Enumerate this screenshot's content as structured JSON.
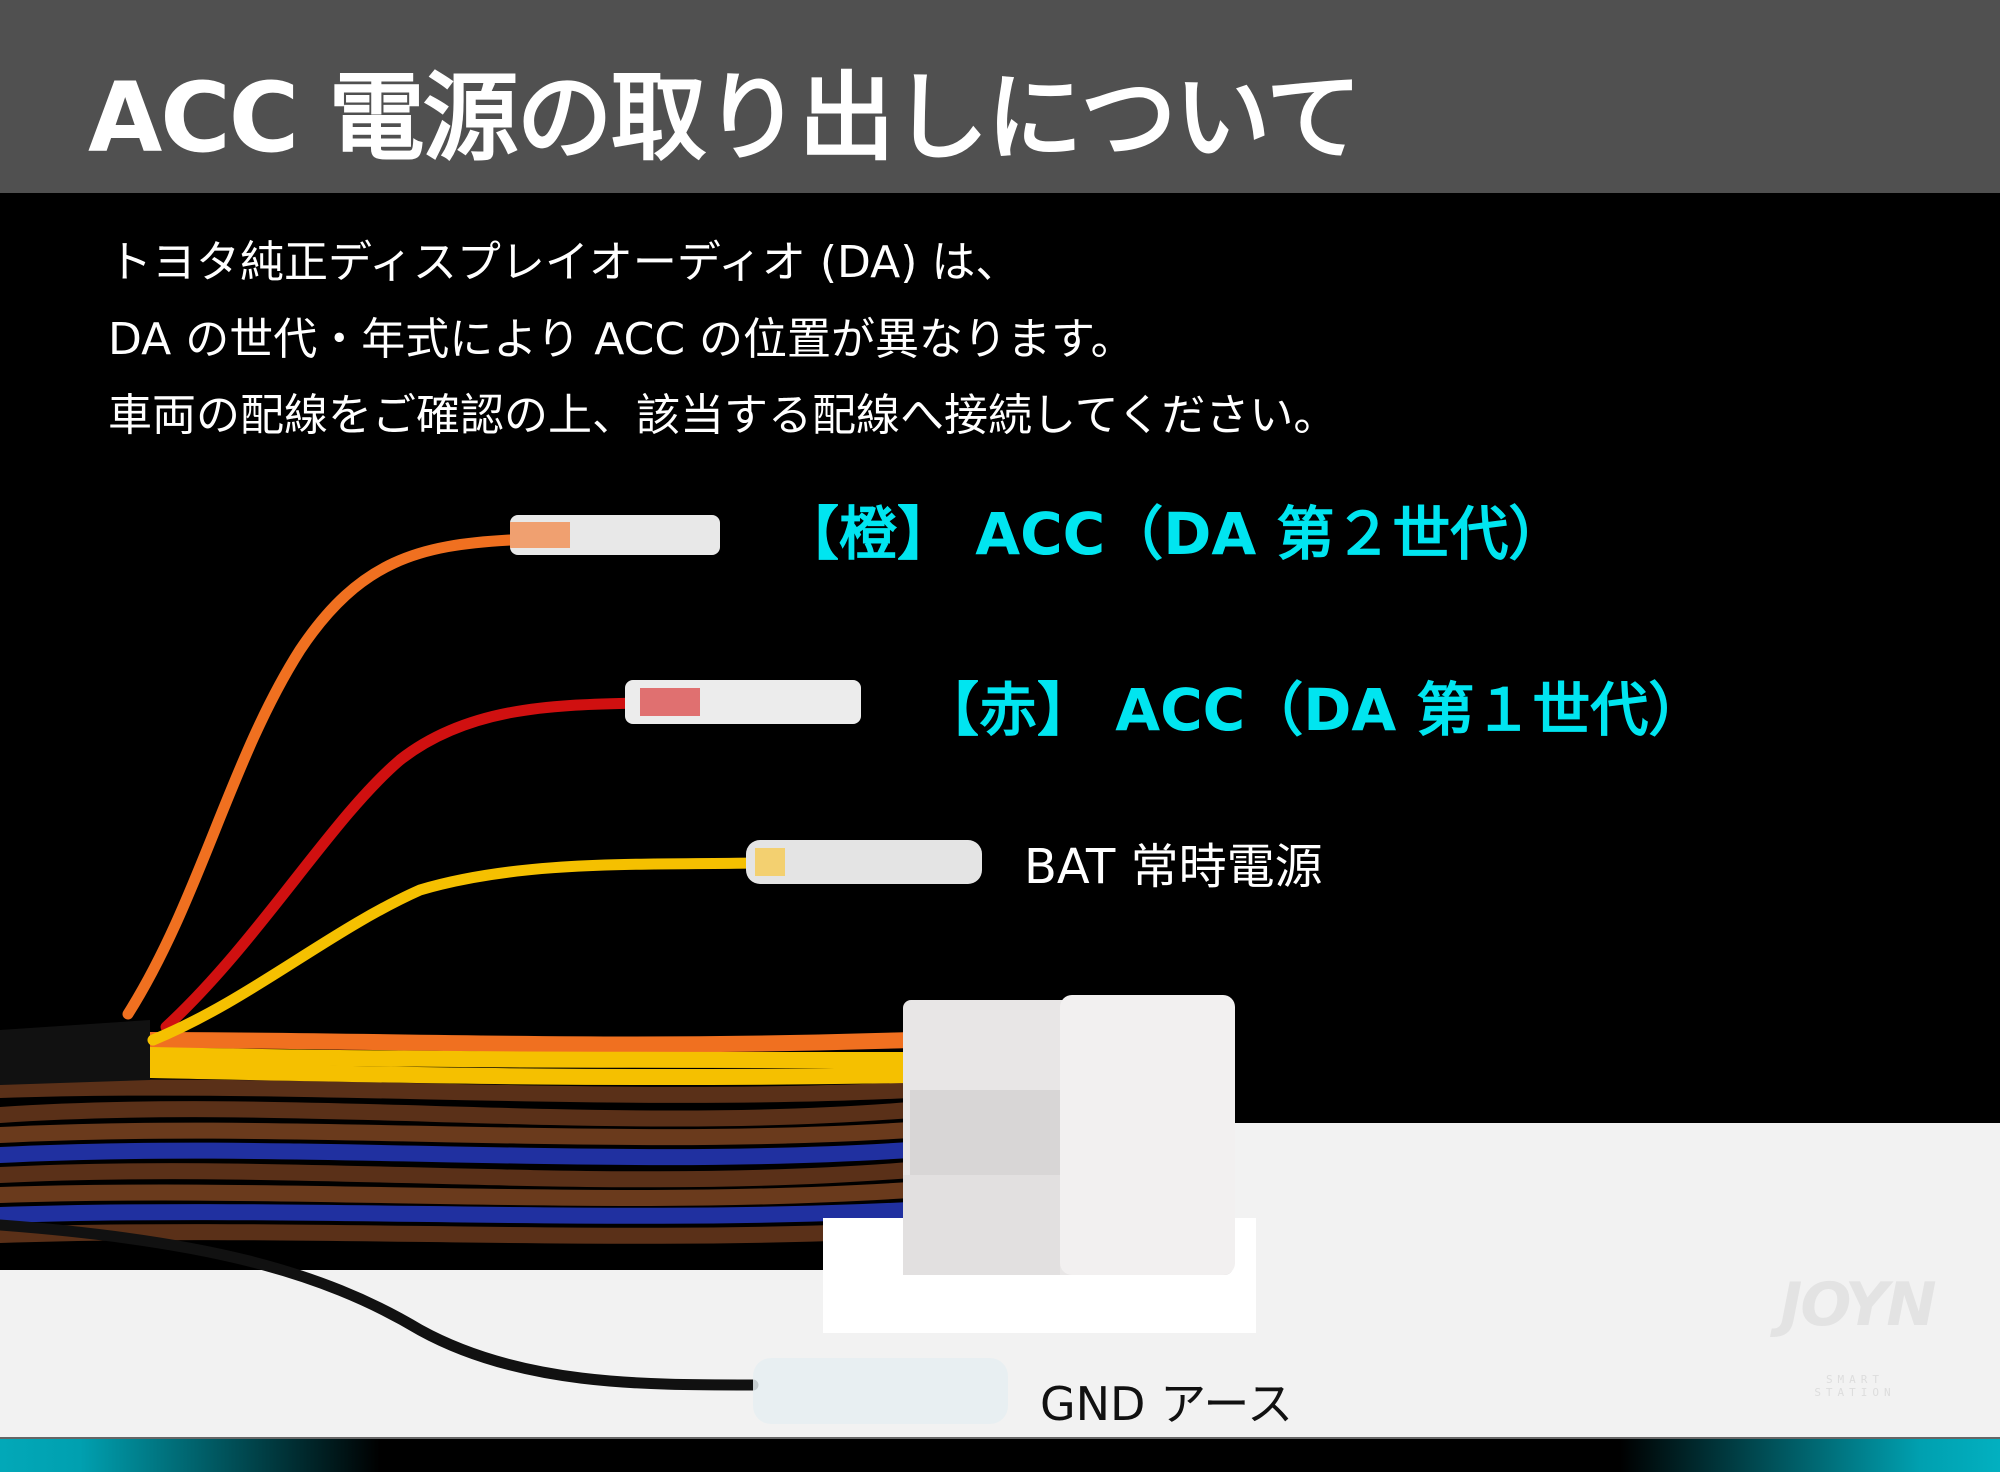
{
  "header": {
    "title": "ACC 電源の取り出しについて"
  },
  "intro": {
    "lines": [
      "トヨタ純正ディスプレイオーディオ (DA) は、",
      "DA の世代・年式により ACC の位置が異なります。",
      "車両の配線をご確認の上、該当する配線へ接続してください。"
    ]
  },
  "labels": {
    "orange": "【橙】 ACC（DA 第２世代）",
    "red": "【赤】 ACC（DA 第１世代）",
    "bat": "BAT 常時電源",
    "gnd": "GND アース"
  },
  "logo": {
    "name": "JOYN",
    "tagline": "SMART STATION"
  },
  "colors": {
    "header": "#505050",
    "accent": "#00e5f0",
    "orange_wire": "#f07020",
    "red_wire": "#d01010",
    "yellow_wire": "#f5c000",
    "black_wire": "#111111"
  }
}
